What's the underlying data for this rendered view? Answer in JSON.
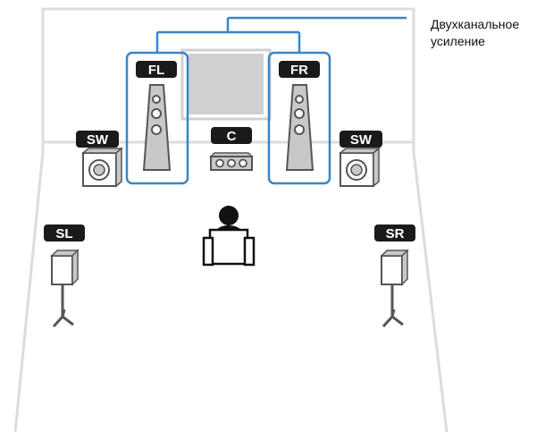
{
  "diagram": {
    "annotation": [
      "Двухканальное",
      "усиление"
    ],
    "speakers": {
      "front_left": "FL",
      "front_right": "FR",
      "center": "C",
      "subwoofer_left": "SW",
      "subwoofer_right": "SW",
      "surround_left": "SL",
      "surround_right": "SR"
    },
    "colors": {
      "room_line": "#dcdcdc",
      "label_bg": "#1a1a1a",
      "highlight": "#3a86c8",
      "speaker_face": "#c8c8c8",
      "screen": "#d0d0d0"
    }
  }
}
